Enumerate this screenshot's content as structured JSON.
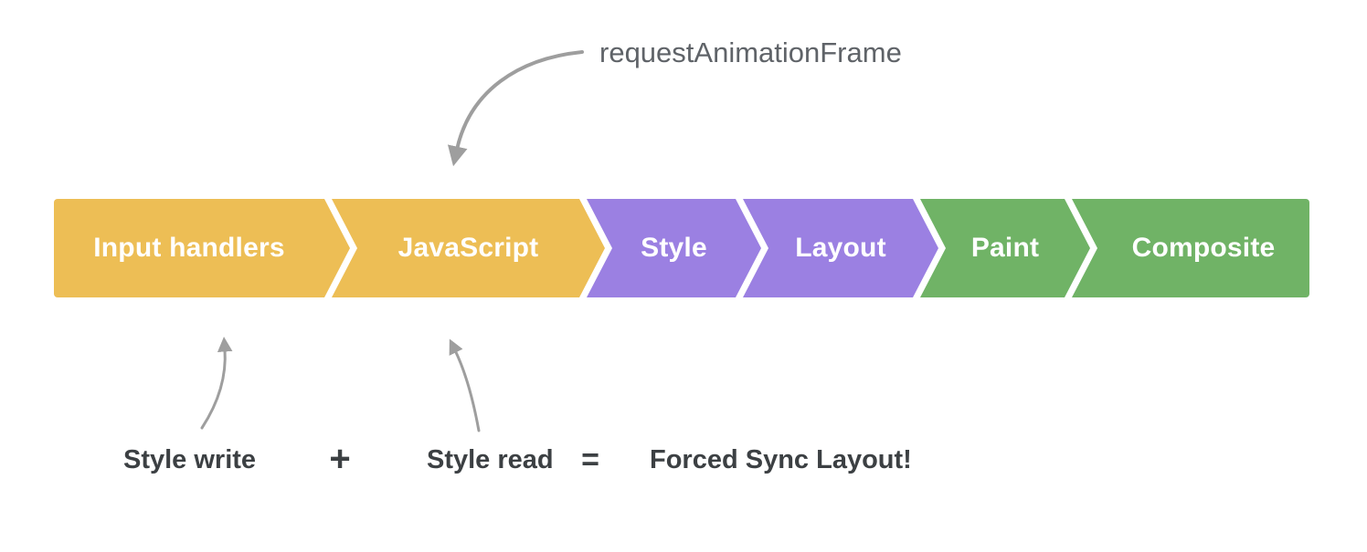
{
  "pipeline_bar": {
    "segments": [
      {
        "label": "Input handlers",
        "color": "#EDBE55",
        "group": "javascript"
      },
      {
        "label": "JavaScript",
        "color": "#EDBE55",
        "group": "javascript"
      },
      {
        "label": "Style",
        "color": "#9B80E2",
        "group": "rendering"
      },
      {
        "label": "Layout",
        "color": "#9B80E2",
        "group": "rendering"
      },
      {
        "label": "Paint",
        "color": "#70B366",
        "group": "painting"
      },
      {
        "label": "Composite",
        "color": "#70B366",
        "group": "painting"
      }
    ],
    "label_text_color": "#FFFFFF"
  },
  "annotations": {
    "raf_label": "requestAnimationFrame",
    "style_write": "Style write",
    "plus_sign": "+",
    "style_read": "Style read",
    "equals_sign": "=",
    "forced_sync": "Forced Sync Layout!"
  },
  "colors": {
    "arrow_gray": "#9E9E9E",
    "raf_text": "#5F6368",
    "bottom_text": "#3C4043"
  }
}
